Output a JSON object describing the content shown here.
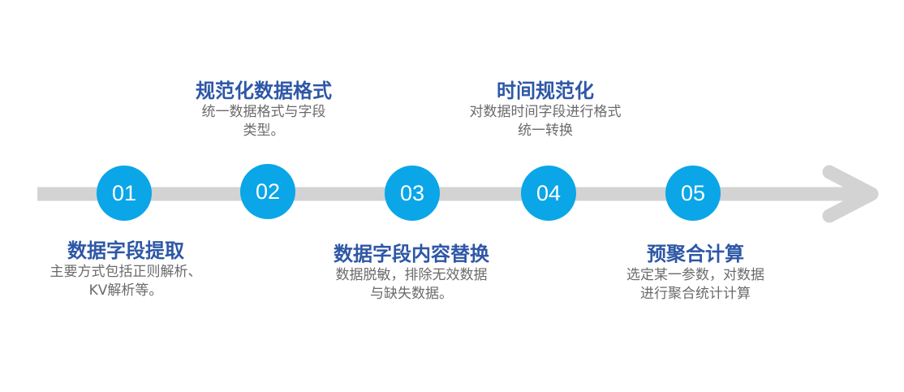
{
  "colors": {
    "arrow": "#d3d3d3",
    "circle": "#0aa6e8",
    "title": "#2e57a6",
    "desc": "#6b6b6b"
  },
  "steps": [
    {
      "number": "01",
      "title": "数据字段提取",
      "desc": "主要方式包括正则解析、\nKV解析等。"
    },
    {
      "number": "02",
      "title": "规范化数据格式",
      "desc": "统一数据格式与字段\n类型。"
    },
    {
      "number": "03",
      "title": "数据字段内容替换",
      "desc": "数据脱敏，排除无效数据\n与缺失数据。"
    },
    {
      "number": "04",
      "title": "时间规范化",
      "desc": "对数据时间字段进行格式\n统一转换"
    },
    {
      "number": "05",
      "title": "预聚合计算",
      "desc": "选定某一参数，对数据\n进行聚合统计计算"
    }
  ]
}
